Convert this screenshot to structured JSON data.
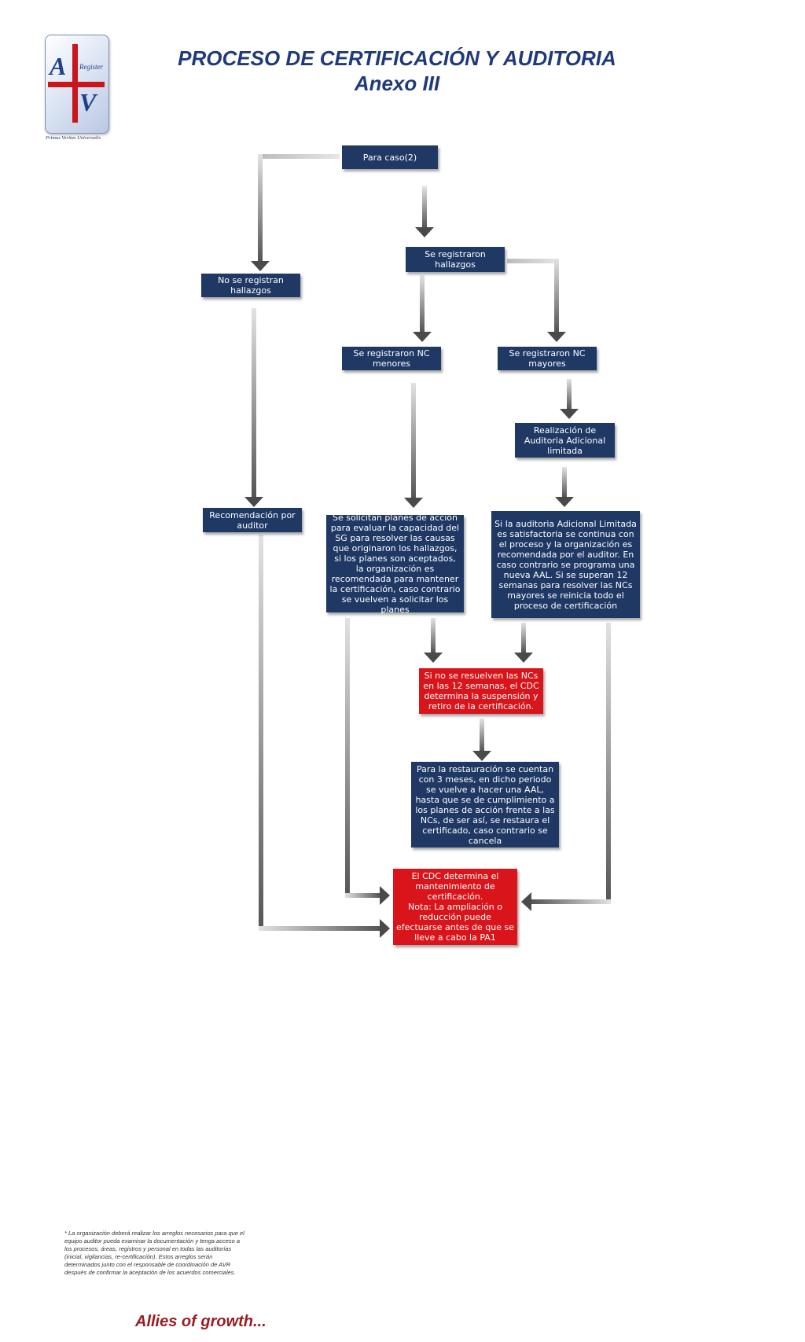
{
  "header": {
    "title_line1": "PROCESO DE CERTIFICACIÓN Y AUDITORIA",
    "title_line2": "Anexo III"
  },
  "logo": {
    "letter_a": "A",
    "letter_v": "V",
    "register": "Register",
    "motto": "Primus Veritas Universalis"
  },
  "colors": {
    "box_blue": "#1f3864",
    "box_red": "#d9141a",
    "title": "#1f3a7a",
    "slogan": "#9b1b1f"
  },
  "flow": {
    "caso": "Para caso(2)",
    "hallazgos": "Se registraron hallazgos",
    "no_hallazgos": "No se registran hallazgos",
    "nc_menores": "Se registraron NC menores",
    "nc_mayores": "Se registraron NC mayores",
    "aal": "Realización de Auditoria Adicional limitada",
    "recomendacion": "Recomendación por auditor",
    "planes": "Se solicitan planes de acción para evaluar la capacidad del SG para resolver las causas que originaron los hallazgos, si los planes son aceptados, la organización es recomendada para mantener la certificación, caso contrario se vuelven a solicitar los planes",
    "satisfactoria": "Si la auditoria Adicional Limitada es satisfactoria se continua con el proceso y la organización es recomendada por el auditor. En caso contrario se programa una nueva AAL. Si se superan 12 semanas  para resolver las NCs mayores se reinicia todo el proceso de certificación",
    "suspension": "Si no se resuelven las NCs en las 12 semanas, el CDC determina la suspensión y retiro de la certificación.",
    "restauracion": "Para la restauración se cuentan con 3 meses, en dicho periodo se vuelve a hacer una AAL, hasta que se de cumplimiento a los planes de acción frente a las NCs, de ser así, se restaura el certificado, caso contrario se cancela",
    "mantenimiento": "El CDC determina el mantenimiento de certificación.\nNota: La ampliación o reducción puede efectuarse antes de que se lleve a cabo la PA1"
  },
  "footer": {
    "note": "* La organización deberá realizar los arreglos necesarios para que el equipo auditor pueda examinar la documentación y tenga acceso a los procesos, áreas, registros y personal en todas las auditorías (inicial, vigilancias, re-certificación). Estos arreglos serán determinados junto con el responsable de coordinación de AVR después de confirmar la aceptación de los acuerdos comerciales.",
    "slogan": "Allies of growth..."
  }
}
